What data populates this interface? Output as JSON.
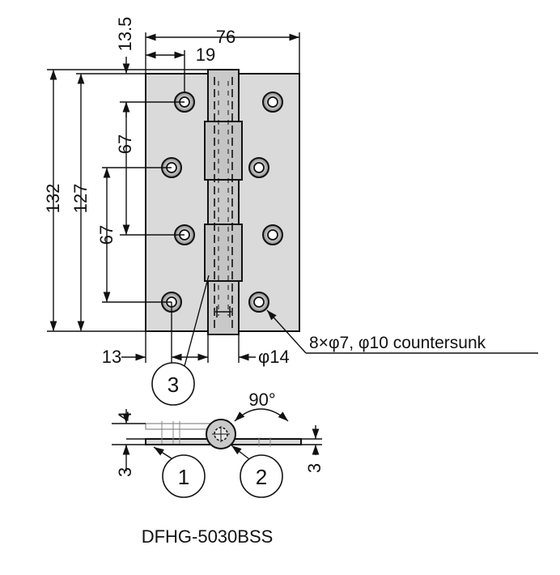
{
  "drawing": {
    "model": "DFHG-5030BSS",
    "dimensions": {
      "overall_width": "76",
      "first_hole_from_top": "13.5",
      "hole_offset_top": "19",
      "overall_height": "132",
      "leaf_height": "127",
      "hole_pitch_upper": "67",
      "hole_pitch_lower": "67",
      "hole_offset_bottom": "13",
      "knuckle_diameter": "φ14",
      "leaf_thickness_top": "4",
      "leaf_thickness_left": "3",
      "leaf_thickness_right": "3",
      "opening_angle": "90°"
    },
    "hole_note": "8×φ7, φ10 countersunk",
    "callouts": [
      "1",
      "2",
      "3"
    ]
  }
}
